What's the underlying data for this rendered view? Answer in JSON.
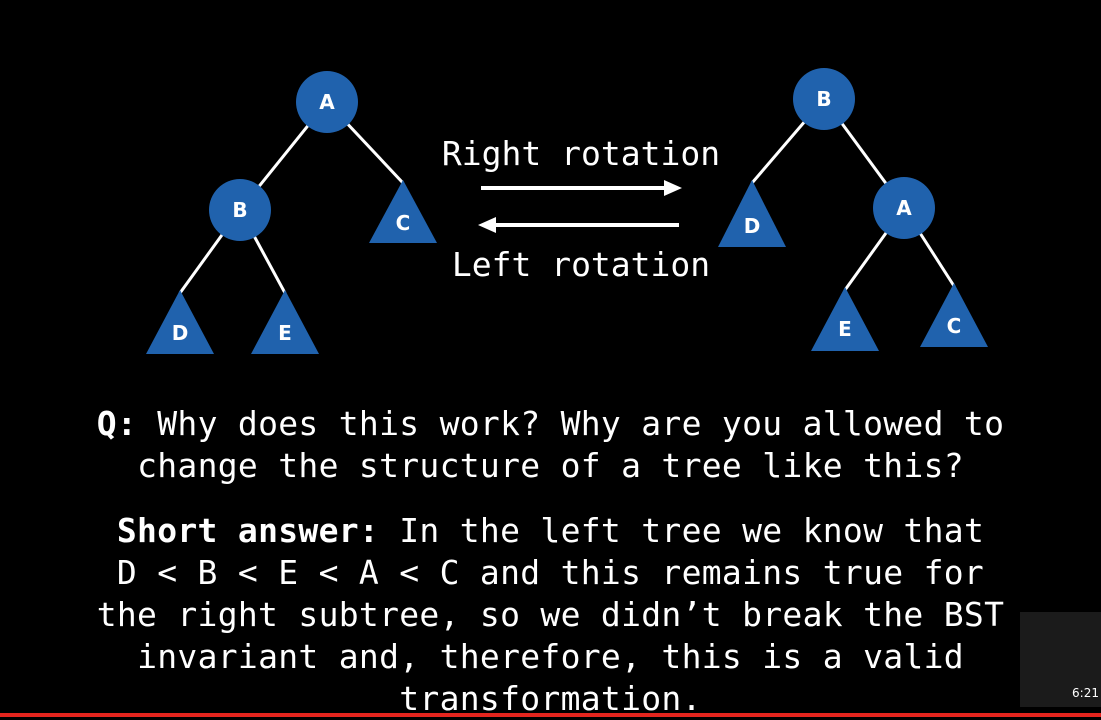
{
  "colors": {
    "background": "#000000",
    "node_fill": "#2062ad",
    "edge": "#ffffff",
    "text": "#ffffff",
    "progress": "#e5251e"
  },
  "diagram": {
    "left_tree": {
      "root": "A",
      "inner": "B",
      "subtrees": [
        "D",
        "E",
        "C"
      ]
    },
    "right_tree": {
      "root": "B",
      "inner": "A",
      "subtrees": [
        "D",
        "E",
        "C"
      ]
    },
    "arrows": {
      "right_label": "Right rotation",
      "left_label": "Left rotation"
    }
  },
  "question": {
    "prefix": "Q:",
    "line1": " Why does this work? Why are you allowed to",
    "line2": "change the structure of a tree like this?"
  },
  "answer": {
    "prefix": "Short answer:",
    "line1": " In the left tree we know that",
    "line2": "D < B < E < A < C and this remains true for",
    "line3": "the right subtree, so we didn’t break the BST",
    "line4": "invariant and, therefore, this is a valid",
    "line5": "transformation."
  },
  "player": {
    "timestamp": "6:21"
  }
}
